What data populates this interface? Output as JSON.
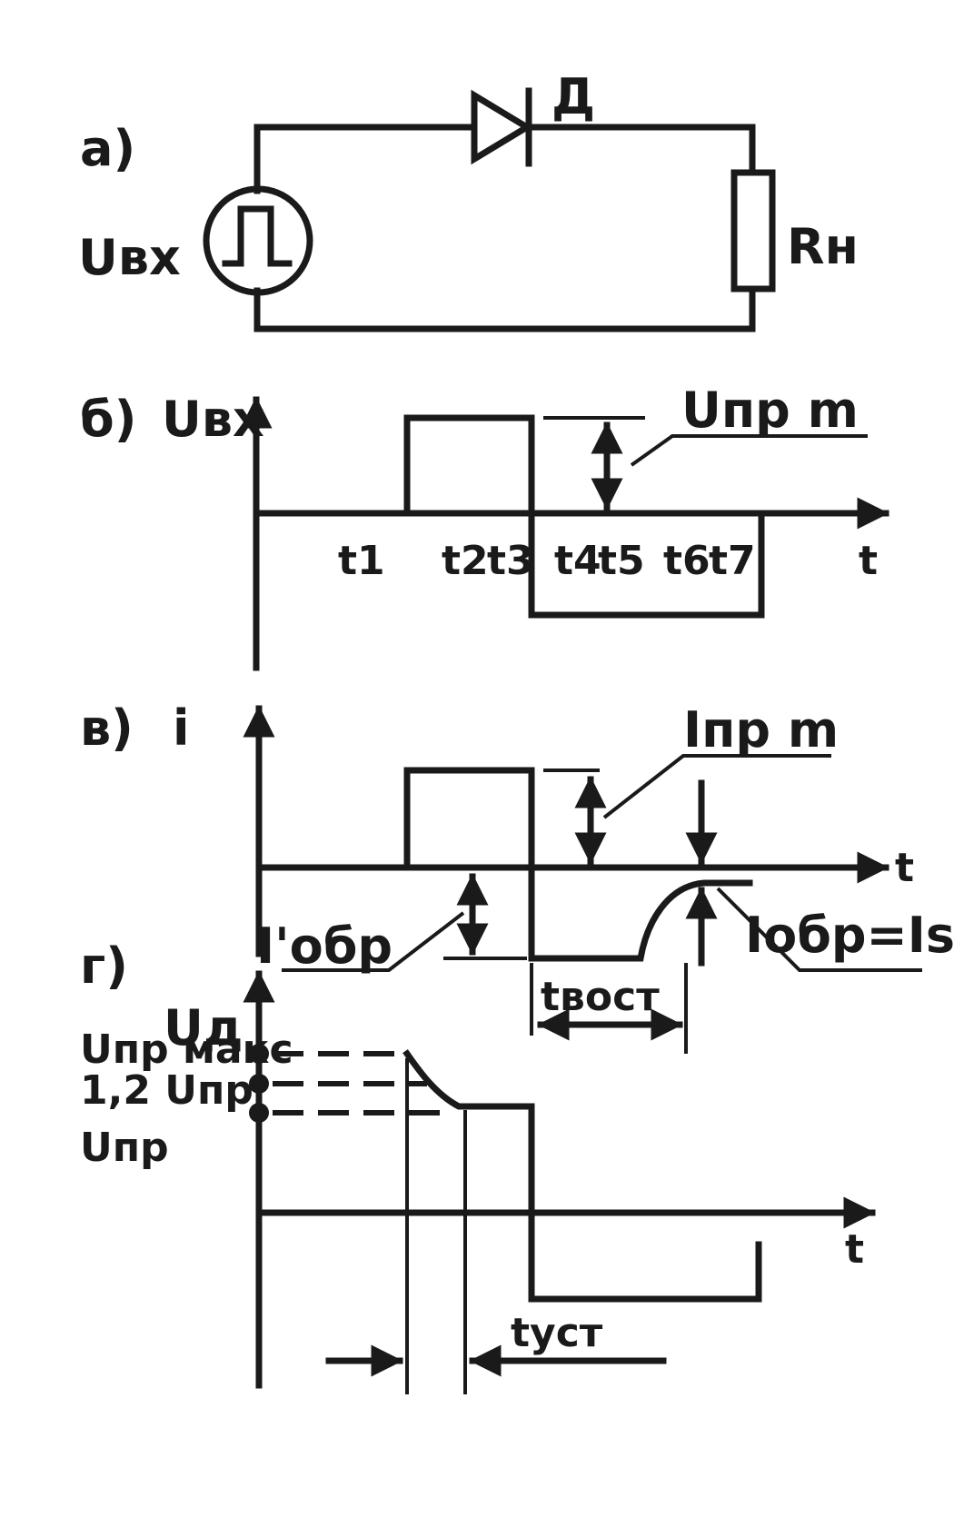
{
  "panel_a": {
    "label": "а)",
    "source_label": "Uвх",
    "diode_label": "Д",
    "resistor_label": "Rн"
  },
  "panel_b": {
    "label": "б)",
    "y_label": "Uвх",
    "x_label": "t",
    "amplitude_label": "Uпр m",
    "time_labels": [
      "t1",
      "t2",
      "t3",
      "t4",
      "t5",
      "t6",
      "t7"
    ]
  },
  "panel_v": {
    "label": "в)",
    "y_label": "i",
    "x_label": "t",
    "forward_label": "Iпр m",
    "reverse_peak_label": "I'обр",
    "reverse_steady_label": "Iобр=Is",
    "recovery_label": "tвост"
  },
  "panel_g": {
    "label": "г)",
    "y_label": "Uд",
    "x_label": "t",
    "level_labels": [
      "Uпр макс",
      "1,2 Uпр",
      "Uпр"
    ],
    "settle_label": "tуст"
  }
}
